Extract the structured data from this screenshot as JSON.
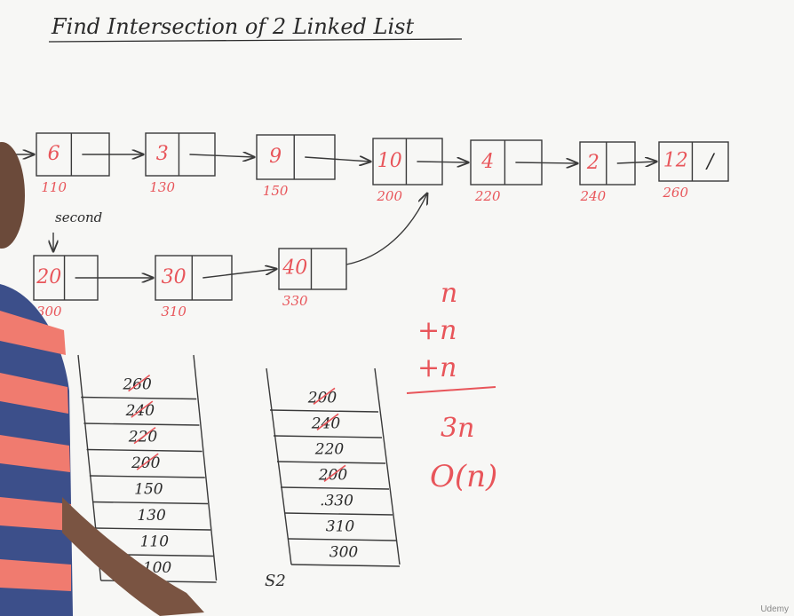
{
  "title": "Find Intersection of 2 Linked List",
  "list1": [
    {
      "value": "6",
      "address": "110"
    },
    {
      "value": "3",
      "address": "130"
    },
    {
      "value": "9",
      "address": "150"
    },
    {
      "value": "10",
      "address": "200"
    },
    {
      "value": "4",
      "address": "220"
    },
    {
      "value": "2",
      "address": "240"
    },
    {
      "value": "12",
      "address": "260",
      "null_marker": "/"
    }
  ],
  "list2": [
    {
      "value": "20",
      "address": "300"
    },
    {
      "value": "30",
      "address": "310"
    },
    {
      "value": "40",
      "address": "330"
    }
  ],
  "second_label": "second",
  "stack1": {
    "items": [
      "260",
      "240",
      "220",
      "200",
      "150",
      "130",
      "110",
      "100"
    ],
    "crossed": [
      true,
      true,
      true,
      true,
      false,
      false,
      false,
      false
    ]
  },
  "stack2": {
    "label": "S2",
    "items": [
      "200",
      "240",
      "220",
      "200",
      ".330",
      "310",
      "300"
    ],
    "crossed": [
      true,
      true,
      false,
      true,
      false,
      false,
      false
    ]
  },
  "analysis": {
    "lines": [
      "n",
      "+n",
      "+n"
    ],
    "result": "3n",
    "complexity": "O(n)"
  },
  "watermark": "Udemy",
  "colors": {
    "marker_red": "#e8555a",
    "marker_black": "#2a2a2a",
    "board": "#f7f7f5"
  }
}
